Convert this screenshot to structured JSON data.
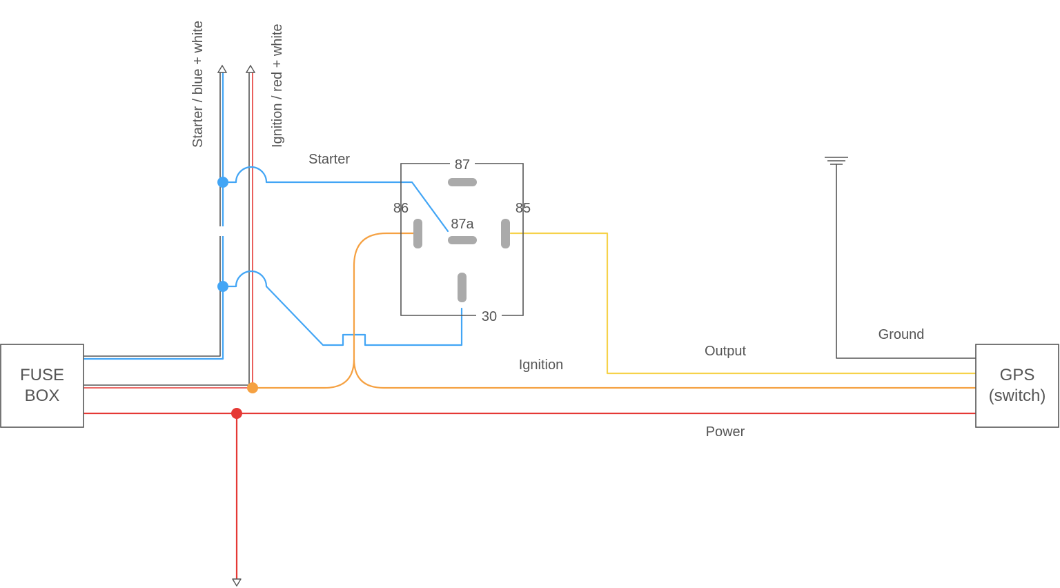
{
  "colors": {
    "power": "#e53935",
    "starter": "#42a5f5",
    "ignition": "#f5a142",
    "output": "#f6d24a",
    "ground": "#555555",
    "box_border": "#555555",
    "contact": "#aaaaaa",
    "text": "#555555"
  },
  "boxes": {
    "fuse_box": {
      "line1": "FUSE",
      "line2": "BOX"
    },
    "gps": {
      "line1": "GPS",
      "line2": "(switch)"
    }
  },
  "vertical_labels": {
    "starter": "Starter / blue + white",
    "ignition": "Ignition / red + white"
  },
  "relay": {
    "pin_87": "87",
    "pin_86": "86",
    "pin_85": "85",
    "pin_87a": "87a",
    "pin_30": "30"
  },
  "wire_labels": {
    "starter": "Starter",
    "ignition": "Ignition",
    "output": "Output",
    "ground": "Ground",
    "power": "Power"
  }
}
